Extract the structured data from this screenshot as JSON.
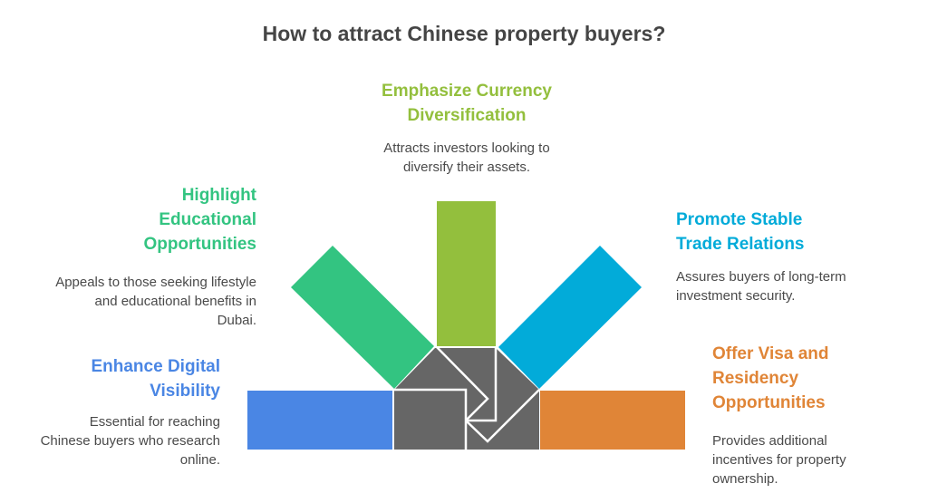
{
  "title": "How to attract Chinese property buyers?",
  "colors": {
    "digital": "#4A86E4",
    "education": "#33C481",
    "currency": "#93BF3D",
    "trade": "#02ABD9",
    "visa": "#E08537",
    "center": "#666666",
    "title": "#454545",
    "body": "#4a4a4a"
  },
  "items": [
    {
      "heading": "Enhance Digital Visibility",
      "lines": [
        "Enhance Digital",
        "Visibility"
      ],
      "description": "Essential for reaching Chinese buyers who research online."
    },
    {
      "heading": "Highlight Educational Opportunities",
      "lines": [
        "Highlight",
        "Educational",
        "Opportunities"
      ],
      "description": "Appeals to those seeking lifestyle and educational benefits in Dubai."
    },
    {
      "heading": "Emphasize Currency Diversification",
      "lines": [
        "Emphasize Currency",
        "Diversification"
      ],
      "description": "Attracts investors looking to diversify their assets."
    },
    {
      "heading": "Promote Stable Trade Relations",
      "lines": [
        "Promote Stable",
        "Trade Relations"
      ],
      "description": "Assures buyers of long-term investment security."
    },
    {
      "heading": "Offer Visa and Residency Opportunities",
      "lines": [
        "Offer Visa and",
        "Residency",
        "Opportunities"
      ],
      "description": "Provides additional incentives for property ownership."
    }
  ]
}
